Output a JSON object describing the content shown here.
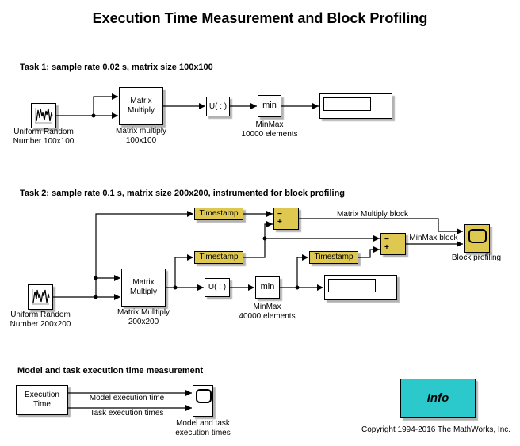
{
  "title": "Execution Time Measurement and Block Profiling",
  "colors": {
    "background": "#ffffff",
    "block_yellow": "#dfc850",
    "info_cyan": "#2cc9cc",
    "wire": "#000000"
  },
  "task1": {
    "header": "Task 1: sample rate 0.02 s, matrix size 100x100",
    "source_label": "Uniform Random\nNumber 100x100",
    "matrix_multiply_text": "Matrix\nMultiply",
    "matrix_multiply_label": "Matrix multiply\n100x100",
    "reshape_text": "U( : )",
    "minmax_text": "min",
    "minmax_label": "MinMax\n10000 elements"
  },
  "task2": {
    "header": "Task 2: sample rate 0.1 s, matrix size 200x200, instrumented for block profiling",
    "source_label": "Uniform Random\nNumber 200x200",
    "matrix_multiply_text": "Matrix\nMultiply",
    "matrix_multiply_label": "Matrix Mulltiply\n200x200",
    "reshape_text": "U( : )",
    "minmax_text": "min",
    "minmax_label": "MinMax\n40000 elements",
    "timestamp1_text": "Timestamp",
    "timestamp2_text": "Timestamp",
    "timestamp3_text": "Timestamp",
    "subtract_minus": "−",
    "subtract_plus": "+",
    "signal_label_mm": "Matrix Multiply block",
    "signal_label_minmax": "MinMax block",
    "scope_label": "Block profiling"
  },
  "measurement": {
    "header": "Model and task execution time measurement",
    "execution_time_text": "Execution\nTime",
    "signal_label_model": "Model execution time",
    "signal_label_task": "Task execution times",
    "scope_label": "Model and task\nexecution times"
  },
  "footer": {
    "info_text": "Info",
    "copyright": "Copyright 1994-2016 The MathWorks, Inc."
  }
}
